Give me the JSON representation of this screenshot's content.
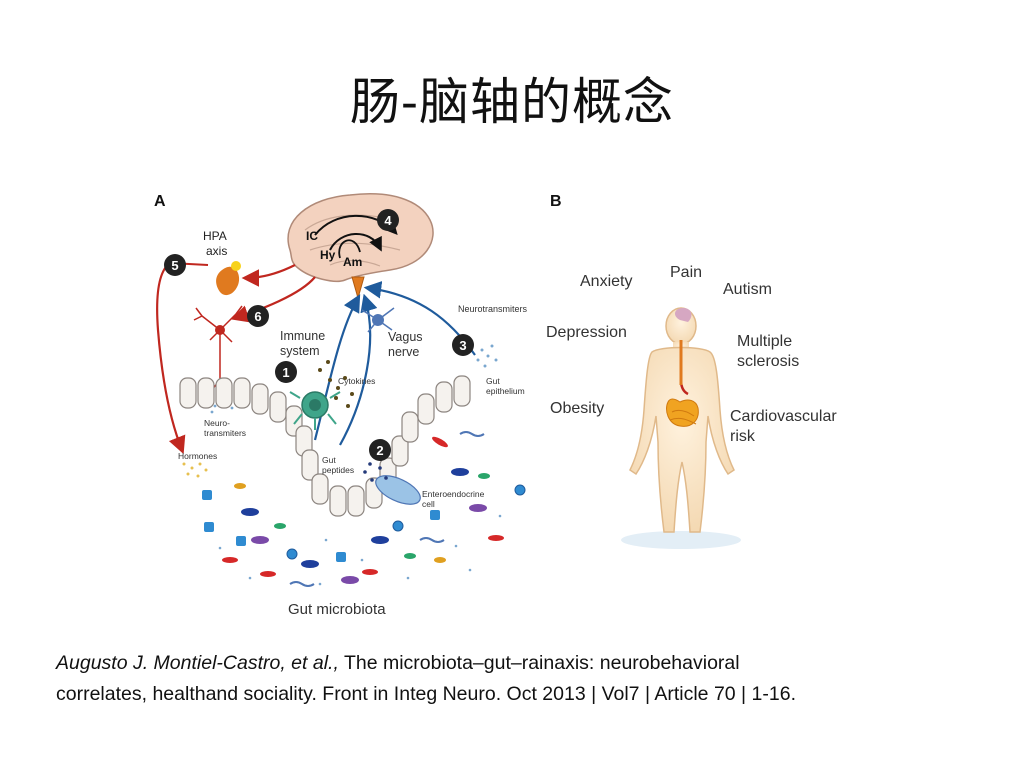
{
  "slide": {
    "title": "肠-脑轴的概念",
    "citation": {
      "authors": "Augusto J. Montiel-Castro, et al.,",
      "text_line1": "The microbiota–gut–rainaxis: neurobehavioral",
      "text_line2": "correlates, healthand sociality. Front in Integ Neuro. Oct 2013 | Vol7 | Article 70 | 1-16."
    }
  },
  "panel_a": {
    "label": "A",
    "brain_labels": {
      "ic": "IC",
      "hy": "Hy",
      "am": "Am"
    },
    "hpa": [
      "HPA",
      "axis"
    ],
    "immune": [
      "Immune",
      "system"
    ],
    "vagus": [
      "Vagus",
      "nerve"
    ],
    "neurotransmitters_top": "Neurotransmiters",
    "neurotransmitters_left": [
      "Neuro-",
      "transmiters"
    ],
    "cytokines": "Cytokines",
    "gut_epithelium": [
      "Gut",
      "epithelium"
    ],
    "hormones": "Hormones",
    "gut_peptides": [
      "Gut",
      "peptides"
    ],
    "enteroendocrine": [
      "Enteroendocrine",
      "cell"
    ],
    "gut_microbiota": "Gut microbiota",
    "numbers": [
      "1",
      "2",
      "3",
      "4",
      "5",
      "6"
    ]
  },
  "panel_b": {
    "label": "B",
    "conditions": {
      "anxiety": "Anxiety",
      "pain": "Pain",
      "autism": "Autism",
      "depression": "Depression",
      "ms": [
        "Multiple",
        "sclerosis"
      ],
      "obesity": "Obesity",
      "cardio": [
        "Cardiovascular",
        "risk"
      ]
    }
  },
  "colors": {
    "red_arrow": "#c0271f",
    "blue_arrow": "#1f5b9c",
    "badge": "#222222",
    "orange": "#e07a1f"
  }
}
